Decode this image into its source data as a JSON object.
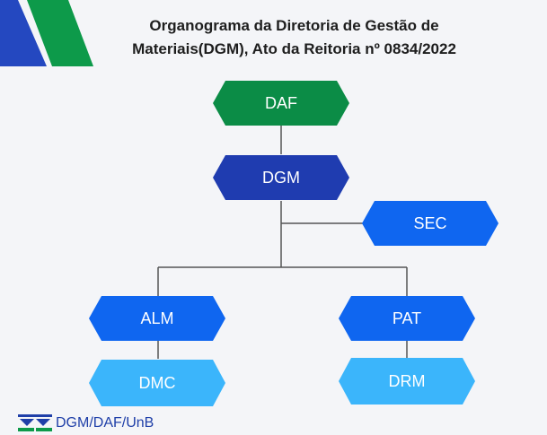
{
  "title": {
    "line1": "Organograma da Diretoria de Gestão de",
    "line2": "Materiais(DGM), Ato da Reitoria nº 0834/2022"
  },
  "nodes": {
    "daf": "DAF",
    "dgm": "DGM",
    "sec": "SEC",
    "alm": "ALM",
    "pat": "PAT",
    "dmc": "DMC",
    "drm": "DRM"
  },
  "footer": {
    "text": "DGM/DAF/UnB",
    "icon": "unb-logo-icon"
  },
  "colors": {
    "daf": "#0b8c46",
    "dgm": "#1f3cb0",
    "sec": "#0f66f0",
    "alm": "#0f66f0",
    "pat": "#0f66f0",
    "dmc": "#3bb5fb",
    "drm": "#3bb5fb",
    "corner_blue": "#2448c0",
    "corner_green": "#0d9a4a",
    "lines": "#555555"
  }
}
